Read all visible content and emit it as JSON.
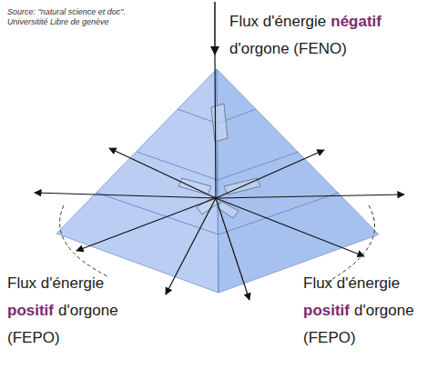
{
  "diagram": {
    "labels": [
      "Source: \"natural science et doc\". Universitité Libre de genève",
      "Flux d'énergie",
      "négatif",
      "d'orgone (FENO)",
      "Flux d'énergie",
      "positif",
      "d'orgone",
      "(FEPO)",
      "Flux d'énergie",
      "positif",
      "d'orgone",
      "(FEPO)"
    ]
  }
}
